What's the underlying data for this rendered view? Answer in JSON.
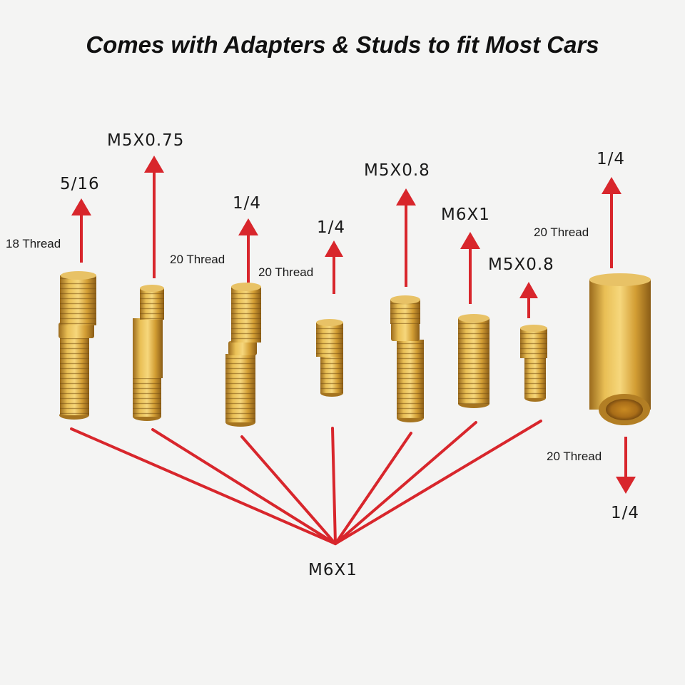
{
  "headline": "Comes with Adapters & Studs to fit Most Cars",
  "colors": {
    "arrow": "#d8262c",
    "brass": "#d9a63a",
    "background": "#f4f4f3"
  },
  "labels": {
    "p1_size": "5/16",
    "p1_thread": "18 Thread",
    "p2_size": "M5X0.75",
    "p3_size": "1/4",
    "p3_thread": "20 Thread",
    "p4_size": "1/4",
    "p4_thread": "20 Thread",
    "p5_size": "M5X0.8",
    "p6_size": "M6X1",
    "p7_size": "M5X0.8",
    "p8_size": "1/4",
    "p8_thread": "20 Thread",
    "p8_bottom_thread": "20 Thread",
    "p8_bottom_size": "1/4",
    "common_base": "M6X1"
  }
}
